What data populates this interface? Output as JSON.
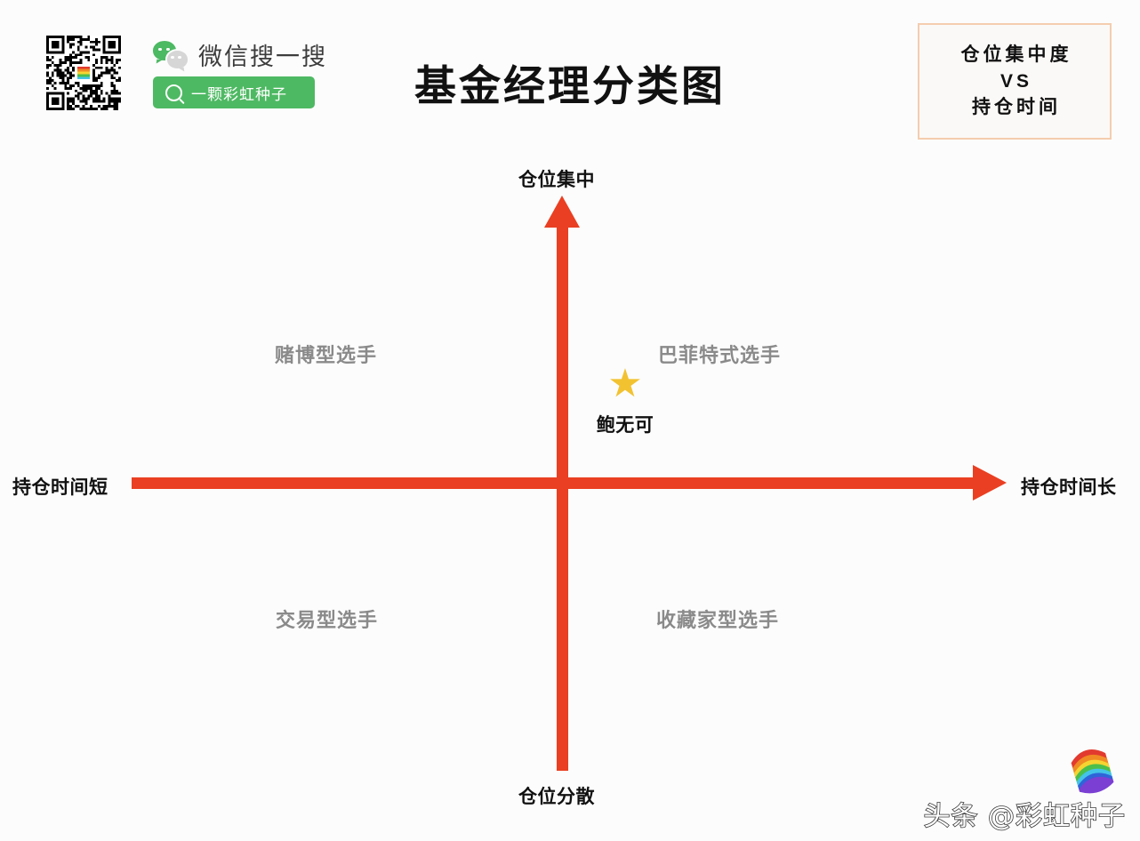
{
  "page": {
    "title": "基金经理分类图",
    "background_color": "#fcfcfc"
  },
  "promo": {
    "qr_icon": "qr-code",
    "wechat_icon": "wechat-logo-icon",
    "wechat_title": "微信搜一搜",
    "search_icon": "search-icon",
    "search_account": "一颗彩虹种子",
    "pill_color": "#4EB963"
  },
  "caption_box": {
    "line1": "仓位集中度",
    "line2": "VS",
    "line3": "持仓时间",
    "border_color": "#f4cdae"
  },
  "chart_data": {
    "type": "scatter",
    "title": "基金经理分类图",
    "subtitle": "仓位集中度 VS 持仓时间",
    "axis_color": "#EA3F22",
    "xlabel": "持仓时间",
    "ylabel": "仓位集中度",
    "x_axis": {
      "left_label": "持仓时间短",
      "right_label": "持仓时间长",
      "arrow": "right"
    },
    "y_axis": {
      "top_label": "仓位集中",
      "bottom_label": "仓位分散",
      "arrow": "up"
    },
    "quadrants": [
      {
        "id": "top-left",
        "label": "赌博型选手",
        "x": "短",
        "y": "集中",
        "color": "#8a8a8a"
      },
      {
        "id": "top-right",
        "label": "巴菲特式选手",
        "x": "长",
        "y": "集中",
        "color": "#8a8a8a"
      },
      {
        "id": "bottom-left",
        "label": "交易型选手",
        "x": "短",
        "y": "分散",
        "color": "#8a8a8a"
      },
      {
        "id": "bottom-right",
        "label": "收藏家型选手",
        "x": "长",
        "y": "分散",
        "color": "#8a8a8a"
      }
    ],
    "points": [
      {
        "label": "鲍无可",
        "marker": "star",
        "marker_color": "#F2C231",
        "quadrant": "top-right",
        "x_rel": 0.08,
        "y_rel": 0.38
      }
    ],
    "grid": false,
    "legend": "none"
  },
  "watermark": {
    "text": "头条 @彩虹种子",
    "logo_icon": "rainbow-seed-logo"
  }
}
